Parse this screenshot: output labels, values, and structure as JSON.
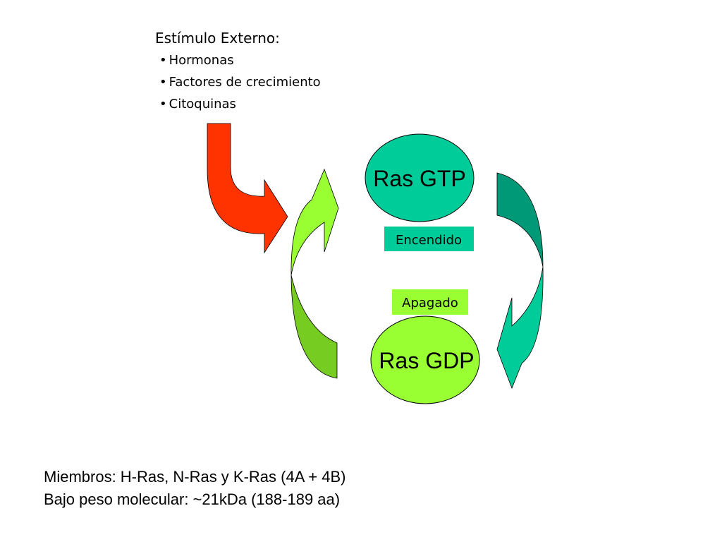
{
  "stimulus": {
    "title": "Estímulo Externo:",
    "items": [
      "Hormonas",
      "Factores de crecimiento",
      "Citoquinas"
    ]
  },
  "states": {
    "on": {
      "label": "Ras GTP",
      "fill": "#00CC99",
      "tag": "Encendido",
      "tag_fill": "#00CC99"
    },
    "off": {
      "label": "Ras GDP",
      "fill": "#99FF33",
      "tag": "Apagado",
      "tag_fill": "#99FF33"
    }
  },
  "arrows": {
    "stimulus": {
      "fill": "#FF3300"
    },
    "activation": {
      "fill_light": "#99FF33",
      "fill_dark": "#77CC22"
    },
    "inactivation": {
      "fill_light": "#00CC99",
      "fill_dark": "#009977"
    }
  },
  "footer": {
    "line1": "Miembros: H-Ras, N-Ras y K-Ras (4A + 4B)",
    "line2": "Bajo peso molecular: ~21kDa (188-189 aa)"
  }
}
